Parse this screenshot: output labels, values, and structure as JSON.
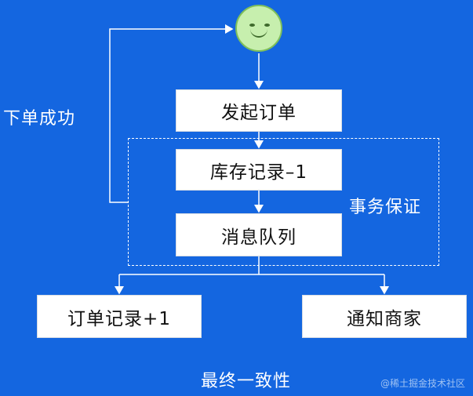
{
  "nodes": {
    "place_order": "发起订单",
    "inventory": "库存记录–1",
    "queue": "消息队列",
    "order_record": "订单记录+1",
    "notify": "通知商家"
  },
  "labels": {
    "order_success": "下单成功",
    "transaction": "事务保证",
    "eventual": "最终一致性"
  },
  "watermark": "@稀土掘金技术社区",
  "colors": {
    "background": "#1466e0",
    "box": "#ffffff",
    "line": "#ffffff",
    "face": "#c7efae"
  }
}
